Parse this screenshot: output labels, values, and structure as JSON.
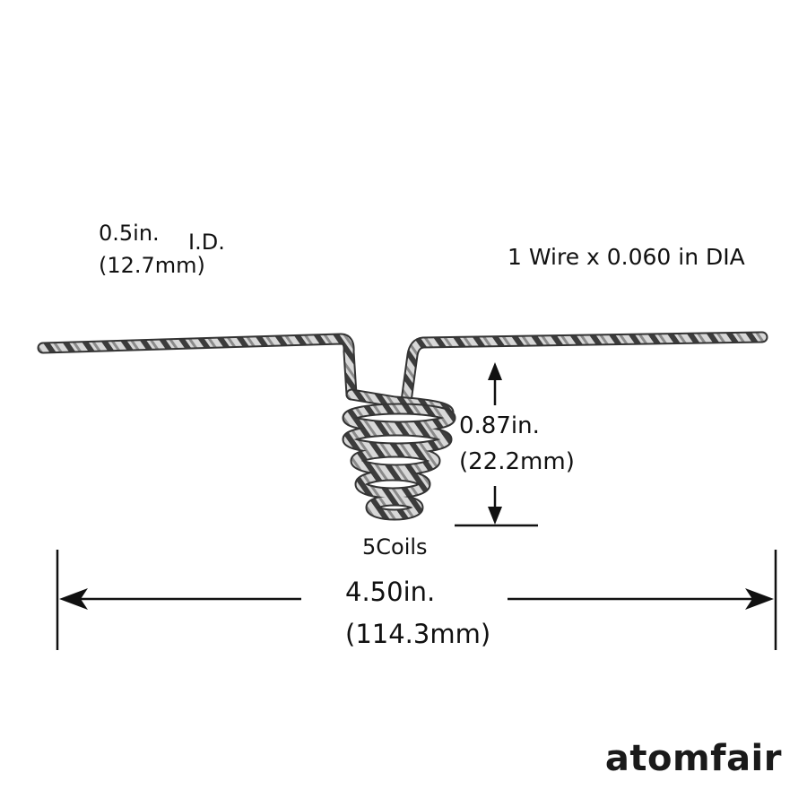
{
  "inner_diameter": {
    "value_in": "0.5in.",
    "value_mm": "(12.7mm)",
    "label": "I.D."
  },
  "wire_spec": "1 Wire x 0.060 in DIA",
  "coil_height": {
    "value_in": "0.87in.",
    "value_mm": "(22.2mm)"
  },
  "coil_count": "5Coils",
  "overall_length": {
    "value_in": "4.50in.",
    "value_mm": "(114.3mm)"
  },
  "brand": "atomfair",
  "colors": {
    "wire_dark": "#3a3a3a",
    "wire_light": "#e8e8e8",
    "dimension_lines": "#111111"
  }
}
